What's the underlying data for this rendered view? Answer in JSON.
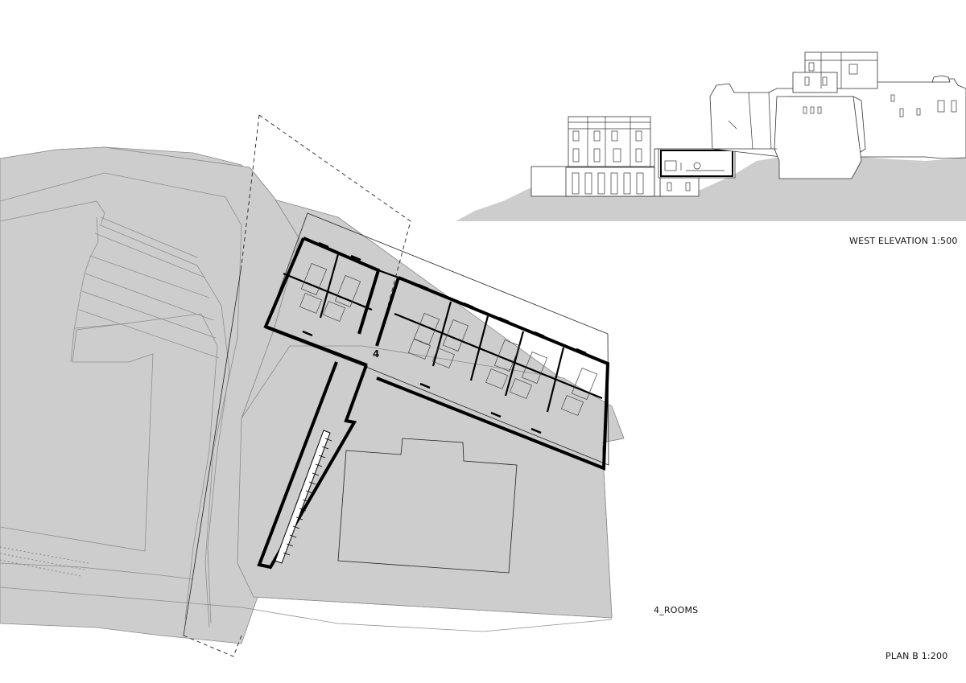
{
  "labels": {
    "west_elevation": "WEST ELEVATION  1:500",
    "plan": "PLAN B 1:200",
    "rooms": "4_ROOMS",
    "level_number": "4"
  },
  "colors": {
    "ground": "#cdcdcd",
    "wall": "#000000",
    "background": "#ffffff"
  }
}
